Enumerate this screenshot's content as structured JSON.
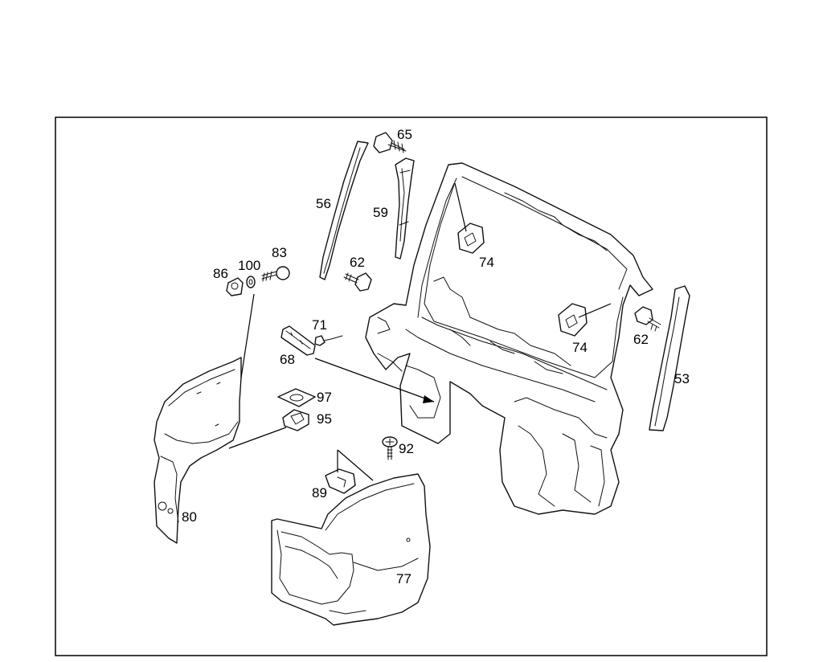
{
  "labels": {
    "p65": "65",
    "p56": "56",
    "p59": "59",
    "p83": "83",
    "p100": "100",
    "p86": "86",
    "p62a": "62",
    "p74a": "74",
    "p74b": "74",
    "p62b": "62",
    "p71": "71",
    "p68": "68",
    "p97": "97",
    "p95": "95",
    "p53": "53",
    "p92": "92",
    "p89": "89",
    "p80": "80",
    "p77": "77"
  }
}
